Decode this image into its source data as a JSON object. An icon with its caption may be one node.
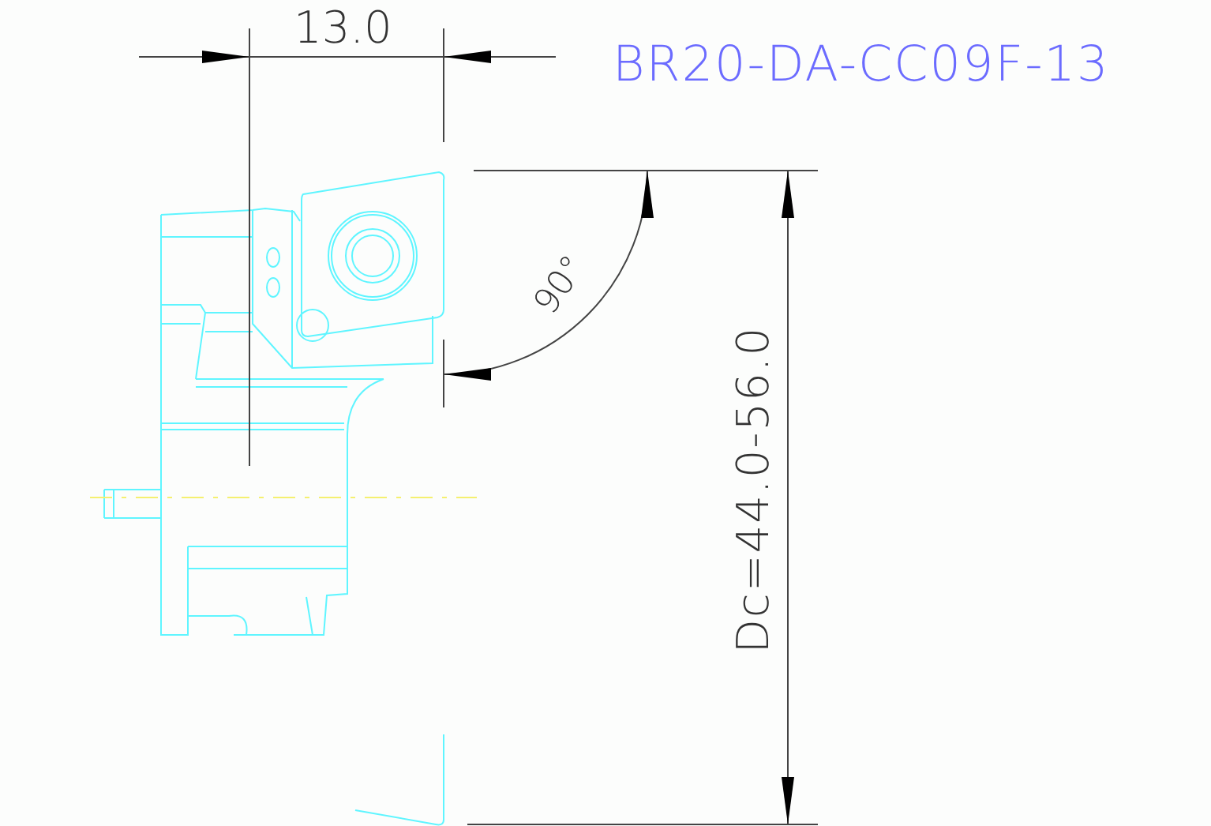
{
  "diagram": {
    "title": "BR20-DA-CC09F-13",
    "labels": [
      "13.0",
      "90°",
      "Dc=44.0-56.0"
    ]
  }
}
